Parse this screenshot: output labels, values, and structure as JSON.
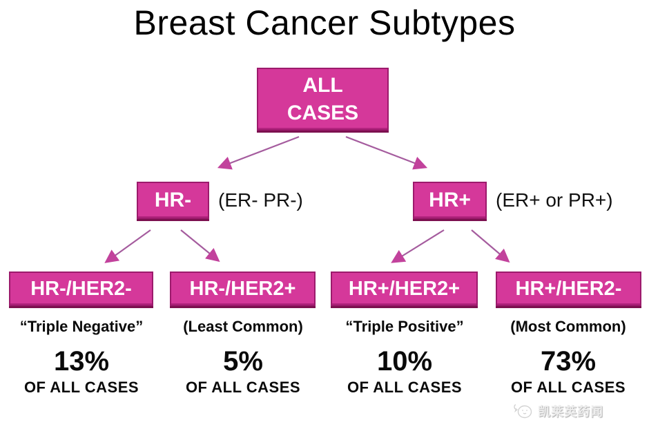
{
  "title": "Breast Cancer Subtypes",
  "colors": {
    "node_fill": "#d5389a",
    "node_border": "#9c1a6c",
    "arrow_line": "#a55c9e",
    "arrow_head": "#c2429c",
    "text": "#000000"
  },
  "root": {
    "label": "ALL\nCASES"
  },
  "level2": [
    {
      "label": "HR-",
      "note": "(ER- PR-)"
    },
    {
      "label": "HR+",
      "note": "(ER+ or PR+)"
    }
  ],
  "subtypes": [
    {
      "label": "HR-/HER2-",
      "tag": "“Triple Negative”",
      "percent": "13%",
      "caption": "OF ALL CASES"
    },
    {
      "label": "HR-/HER2+",
      "tag": "(Least Common)",
      "percent": "5%",
      "caption": "OF ALL CASES"
    },
    {
      "label": "HR+/HER2+",
      "tag": "“Triple Positive”",
      "percent": "10%",
      "caption": "OF ALL CASES"
    },
    {
      "label": "HR+/HER2-",
      "tag": "(Most Common)",
      "percent": "73%",
      "caption": "OF ALL CASES"
    }
  ],
  "watermark": {
    "text": "凯莱英药闻"
  }
}
